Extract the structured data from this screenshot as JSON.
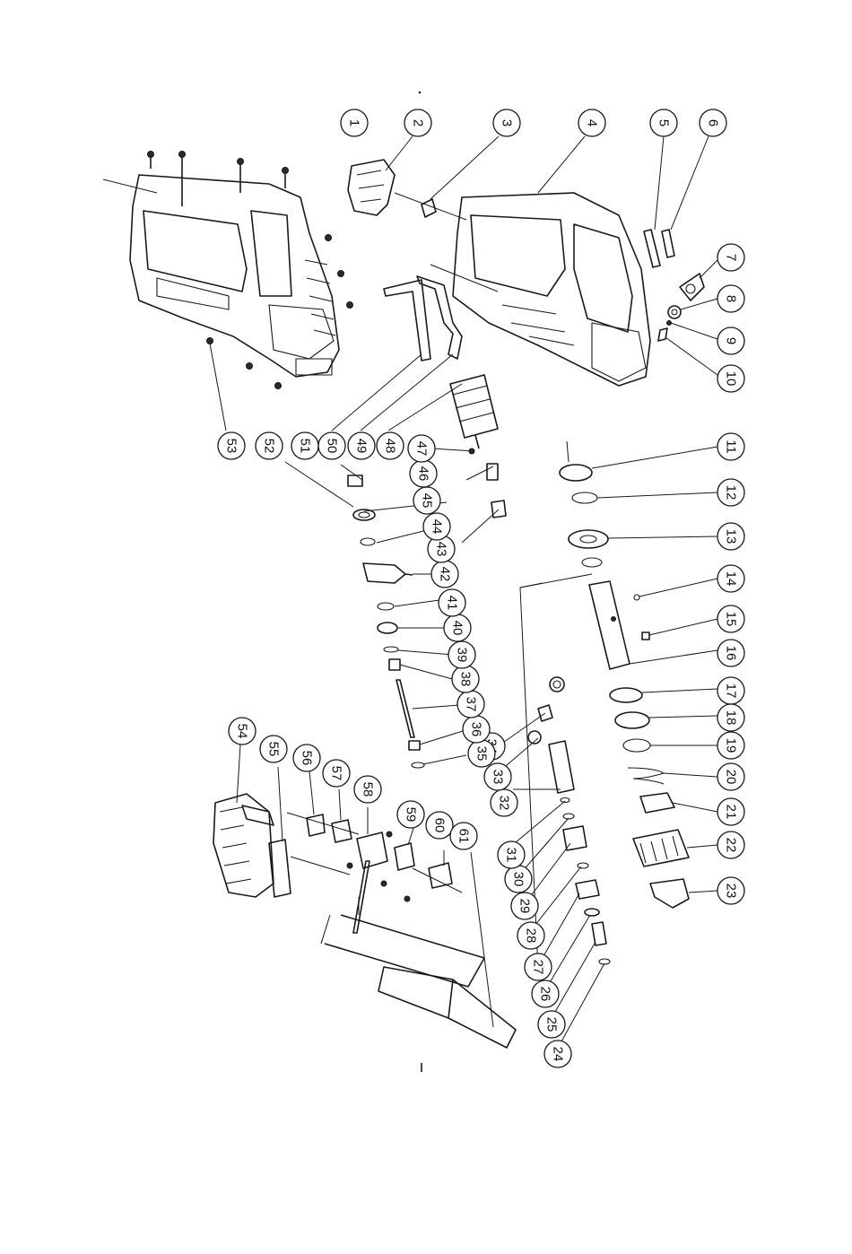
{
  "diagram": {
    "type": "exploded-parts-view",
    "orientation": "rotated-90-clockwise",
    "part_numbers": [
      "1",
      "2",
      "3",
      "4",
      "5",
      "6",
      "7",
      "8",
      "9",
      "10",
      "11",
      "12",
      "13",
      "14",
      "15",
      "16",
      "17",
      "18",
      "19",
      "20",
      "21",
      "22",
      "23",
      "24",
      "25",
      "26",
      "27",
      "28",
      "29",
      "30",
      "31",
      "32",
      "33",
      "34",
      "35",
      "36",
      "37",
      "38",
      "39",
      "40",
      "41",
      "42",
      "43",
      "44",
      "45",
      "46",
      "47",
      "48",
      "49",
      "50",
      "51",
      "52",
      "53",
      "54",
      "55",
      "56",
      "57",
      "58",
      "59",
      "60",
      "61"
    ],
    "colors": {
      "line": "#1a1a1a",
      "background": "#ffffff"
    }
  }
}
